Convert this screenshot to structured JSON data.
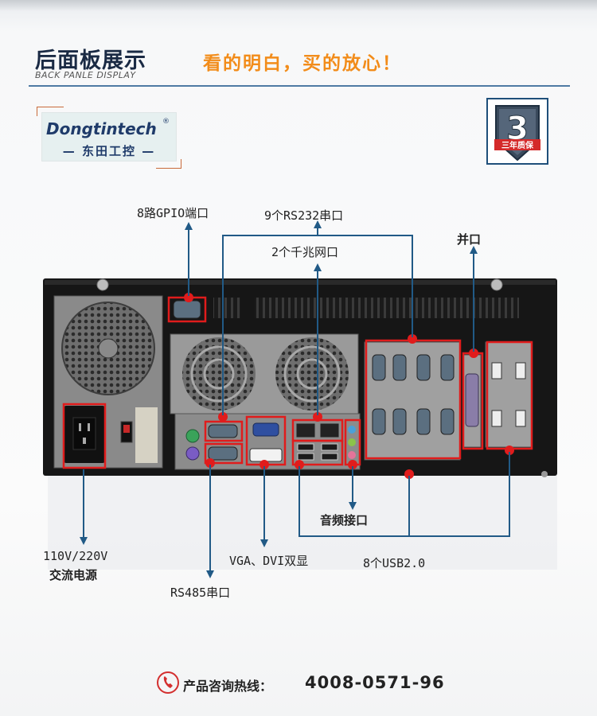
{
  "header": {
    "title": "后面板展示",
    "subtitle": "BACK PANLE DISPLAY",
    "slogan": "看的明白，买的放心！"
  },
  "brand": {
    "name_en": "Dongtintech",
    "registered_mark": "®",
    "name_cn": "— 东田工控 —"
  },
  "warranty_badge": {
    "digit": "3",
    "caption": "三年质保"
  },
  "labels": {
    "gpio": "8路GPIO端口",
    "rs232": "9个RS232串口",
    "lan": "2个千兆网口",
    "parallel": "并口",
    "power_line1": "110V/220V",
    "power_line2": "交流电源",
    "rs485": "RS485串口",
    "display": "VGA、DVI双显",
    "audio": "音频接口",
    "usb": "8个USB2.0"
  },
  "footer": {
    "hotline_label": "产品咨询热线：",
    "hotline_number": "4008-0571-96"
  },
  "colors": {
    "accent_red": "#e01c1c",
    "pointer_blue": "#215a86",
    "title_navy": "#1a2a44",
    "slogan_orange": "#f28c1a",
    "chassis_black": "#161616"
  },
  "icons": [
    "phone-icon",
    "fan-icon",
    "power-socket-icon",
    "power-switch-icon",
    "db9-port-icon",
    "vga-port-icon",
    "dvi-port-icon",
    "rj45-port-icon",
    "usb-port-icon",
    "audio-jack-icon",
    "ps2-port-icon",
    "parallel-port-icon",
    "shield-badge-icon"
  ]
}
